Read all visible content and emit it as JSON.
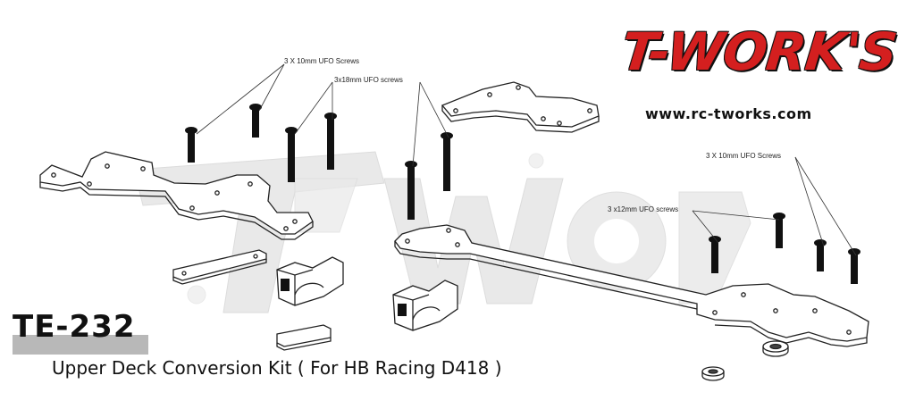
{
  "brand": {
    "name": "T-WORK'S",
    "url": "www.rc-tworks.com",
    "accent_color": "#d41f1f"
  },
  "product": {
    "code": "TE-232",
    "title": "Upper Deck Conversion Kit ( For HB Racing D418 )"
  },
  "callouts": {
    "left_10mm": "3 X 10mm UFO Screws",
    "left_18mm": "3x18mm UFO screws",
    "right_10mm": "3 X 10mm UFO Screws",
    "right_12mm": "3 x12mm UFO screws"
  },
  "parts": {
    "screw_color": "#111111",
    "outline_color": "#222222",
    "watermark_color": "#e6e6e6"
  }
}
